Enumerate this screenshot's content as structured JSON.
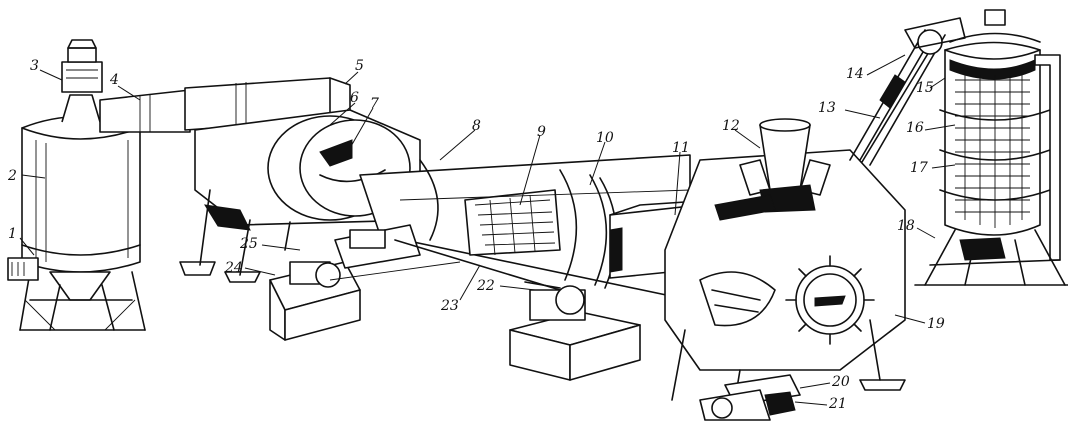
{
  "diagram": {
    "callouts": [
      {
        "id": "1",
        "text": "1"
      },
      {
        "id": "2",
        "text": "2"
      },
      {
        "id": "3",
        "text": "3"
      },
      {
        "id": "4",
        "text": "4"
      },
      {
        "id": "5",
        "text": "5"
      },
      {
        "id": "6",
        "text": "6"
      },
      {
        "id": "7",
        "text": "7"
      },
      {
        "id": "8",
        "text": "8"
      },
      {
        "id": "9",
        "text": "9"
      },
      {
        "id": "10",
        "text": "10"
      },
      {
        "id": "11",
        "text": "11"
      },
      {
        "id": "12",
        "text": "12"
      },
      {
        "id": "13",
        "text": "13"
      },
      {
        "id": "14",
        "text": "14"
      },
      {
        "id": "15",
        "text": "15"
      },
      {
        "id": "16",
        "text": "16"
      },
      {
        "id": "17",
        "text": "17"
      },
      {
        "id": "18",
        "text": "18"
      },
      {
        "id": "19",
        "text": "19"
      },
      {
        "id": "20",
        "text": "20"
      },
      {
        "id": "21",
        "text": "21"
      },
      {
        "id": "22",
        "text": "22"
      },
      {
        "id": "23",
        "text": "23"
      },
      {
        "id": "24",
        "text": "24"
      },
      {
        "id": "25",
        "text": "25"
      }
    ]
  }
}
